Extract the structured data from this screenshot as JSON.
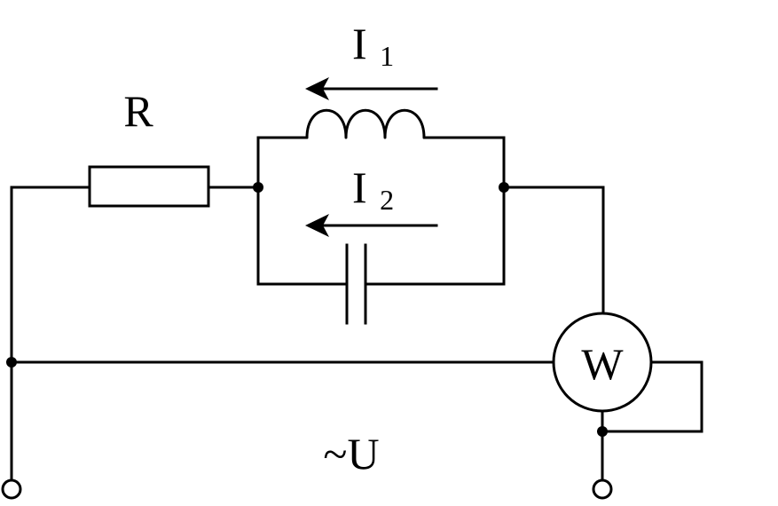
{
  "diagram": {
    "labels": {
      "resistor": "R",
      "inductor_current_main": "I",
      "inductor_current_sub": "1",
      "capacitor_current_main": "I",
      "capacitor_current_sub": "2",
      "wattmeter": "W",
      "source": "~U"
    }
  }
}
